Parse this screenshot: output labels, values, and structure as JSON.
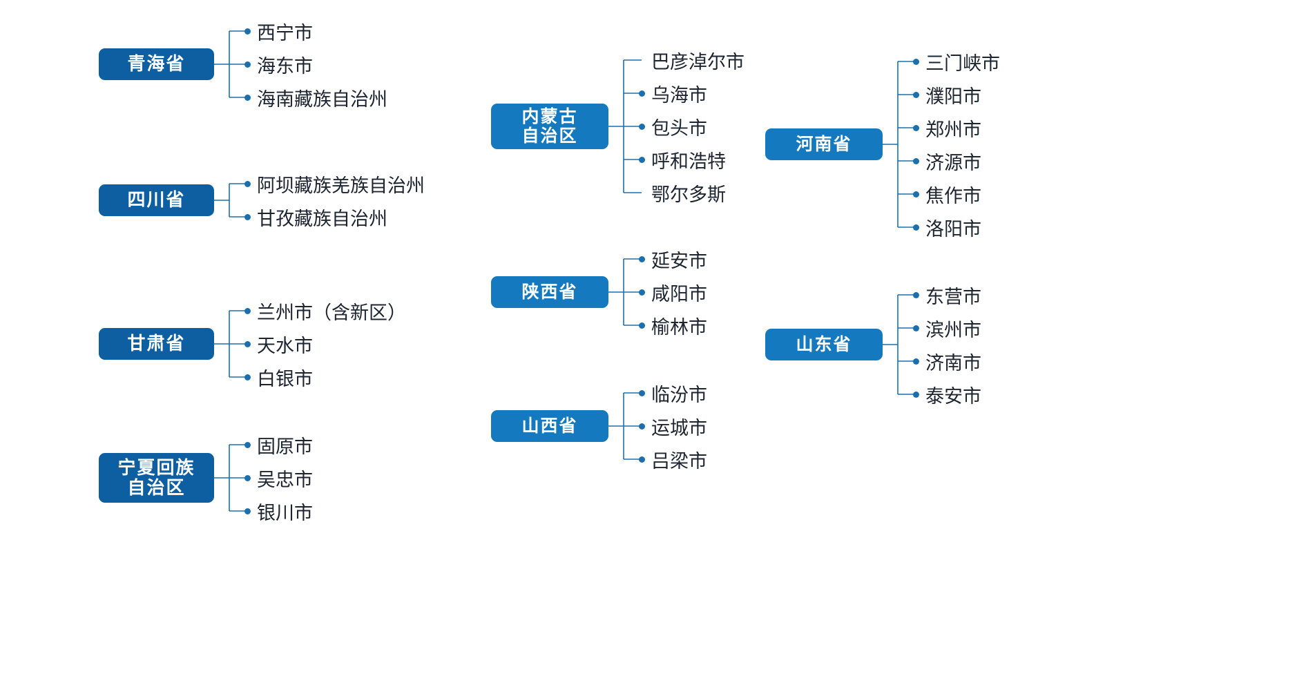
{
  "diagram": {
    "type": "tree-map",
    "title": "",
    "colors": {
      "pill_dark": "#0d5fa2",
      "pill_light": "#1479be",
      "connector": "#1b6fad",
      "dot": "#1b6fad",
      "text": "#1c2430",
      "background": "#ffffff"
    },
    "groups": [
      {
        "id": "qinghai",
        "province": "青海省",
        "pill_style": "dark",
        "children": [
          "西宁市",
          "海东市",
          "海南藏族自治州"
        ]
      },
      {
        "id": "sichuan",
        "province": "四川省",
        "pill_style": "dark",
        "children": [
          "阿坝藏族羌族自治州",
          "甘孜藏族自治州"
        ]
      },
      {
        "id": "gansu",
        "province": "甘肃省",
        "pill_style": "dark",
        "children": [
          "兰州市（含新区）",
          "天水市",
          "白银市"
        ]
      },
      {
        "id": "ningxia",
        "province": "宁夏回族自治区",
        "province_lines": [
          "宁夏回族",
          "自治区"
        ],
        "pill_style": "dark",
        "children": [
          "固原市",
          "吴忠市",
          "银川市"
        ]
      },
      {
        "id": "neimenggu",
        "province": "内蒙古自治区",
        "province_lines": [
          "内蒙古",
          "自治区"
        ],
        "pill_style": "light",
        "children": [
          "巴彦淖尔市",
          "乌海市",
          "包头市",
          "呼和浩特",
          "鄂尔多斯"
        ]
      },
      {
        "id": "shaanxi",
        "province": "陕西省",
        "pill_style": "light",
        "children": [
          "延安市",
          "咸阳市",
          "榆林市"
        ]
      },
      {
        "id": "shanxi",
        "province": "山西省",
        "pill_style": "light",
        "children": [
          "临汾市",
          "运城市",
          "吕梁市"
        ]
      },
      {
        "id": "henan",
        "province": "河南省",
        "pill_style": "light",
        "children": [
          "三门峡市",
          "濮阳市",
          "郑州市",
          "济源市",
          "焦作市",
          "洛阳市"
        ]
      },
      {
        "id": "shandong",
        "province": "山东省",
        "pill_style": "light",
        "children": [
          "东营市",
          "滨州市",
          "济南市",
          "泰安市"
        ]
      }
    ]
  }
}
